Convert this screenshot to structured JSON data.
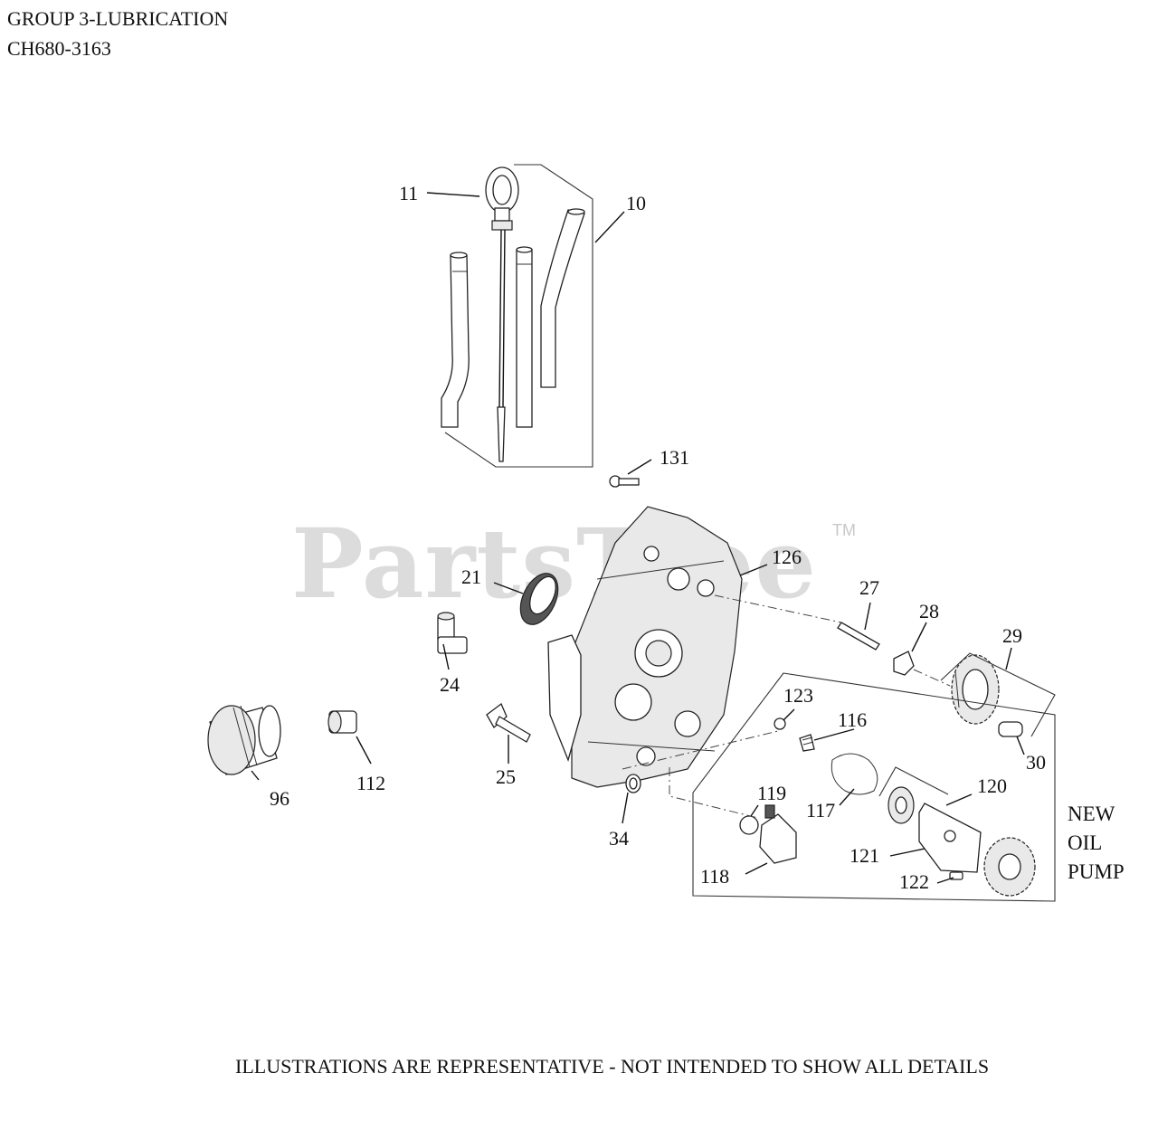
{
  "header": {
    "group_title": "GROUP 3-LUBRICATION",
    "model": "CH680-3163"
  },
  "watermark": {
    "text": "PartsTree",
    "tm": "TM"
  },
  "callouts": {
    "c10": "10",
    "c11": "11",
    "c21": "21",
    "c24": "24",
    "c25": "25",
    "c27": "27",
    "c28": "28",
    "c29": "29",
    "c30": "30",
    "c34": "34",
    "c96": "96",
    "c112": "112",
    "c116": "116",
    "c117": "117",
    "c118": "118",
    "c119": "119",
    "c120": "120",
    "c121": "121",
    "c122": "122",
    "c123": "123",
    "c126": "126",
    "c131": "131"
  },
  "new_oil_pump": [
    "NEW",
    "OIL",
    "PUMP"
  ],
  "footer": "ILLUSTRATIONS ARE REPRESENTATIVE - NOT INTENDED TO SHOW ALL DETAILS"
}
